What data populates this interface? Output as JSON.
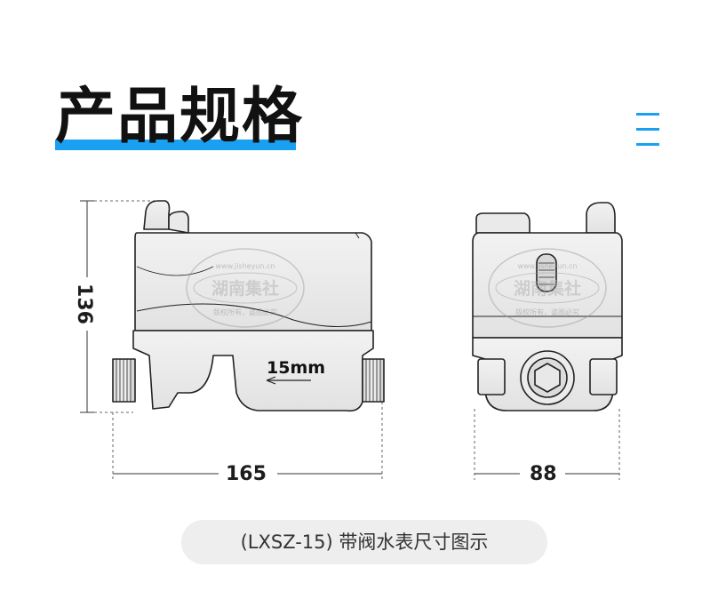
{
  "header": {
    "title": "产品规格",
    "accent_color": "#1aa0f0",
    "menu_icon": "hamburger-menu-icon"
  },
  "diagram": {
    "side_view": {
      "height_label": "136",
      "width_label": "165",
      "nozzle_label": "15mm"
    },
    "end_view": {
      "width_label": "88"
    },
    "watermark": {
      "url": "www.jisheyun.cn",
      "brand": "湖南集社",
      "notice": "版权所有，盗图必究"
    }
  },
  "caption": "(LXSZ-15) 带阀水表尺寸图示"
}
